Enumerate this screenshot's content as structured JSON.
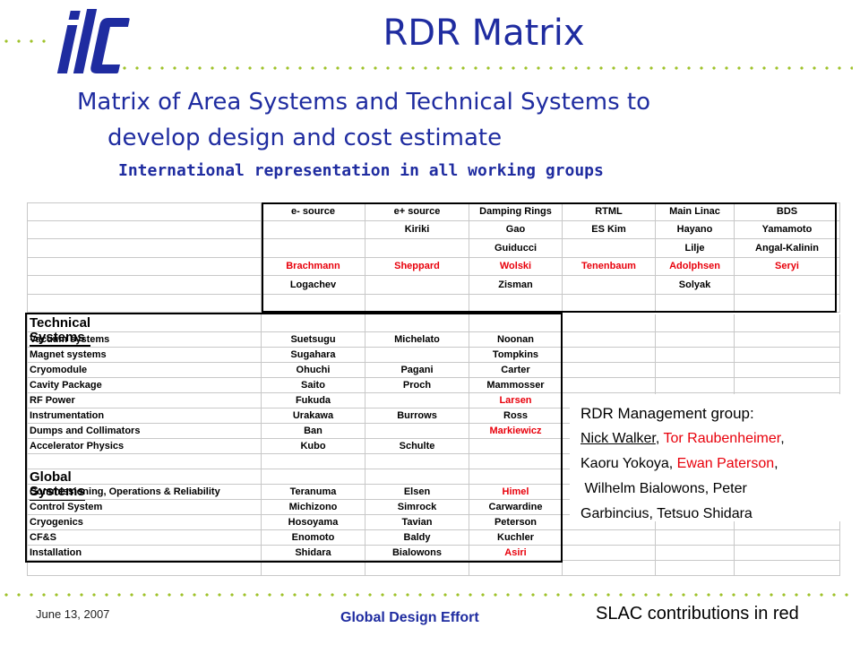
{
  "logo": {
    "text": "ilc",
    "color": "#1f2ca0"
  },
  "slide": {
    "title": "RDR Matrix",
    "bullet_line1": "Matrix of Area Systems and Technical Systems to",
    "bullet_line2": "develop design and cost estimate",
    "subtitle": "International representation in all working groups"
  },
  "matrix": {
    "area_headers": [
      "e- source",
      "e+ source",
      "Damping Rings",
      "RTML",
      "Main Linac",
      "BDS"
    ],
    "area_rows": [
      [
        "",
        "Kiriki",
        "Gao",
        "ES Kim",
        "Hayano",
        "Yamamoto"
      ],
      [
        "",
        "",
        "Guiducci",
        "",
        "Lilje",
        "Angal-Kalinin"
      ],
      [
        "Brachmann",
        "Sheppard",
        "Wolski",
        "Tenenbaum",
        "Adolphsen",
        "Seryi"
      ],
      [
        "Logachev",
        "",
        "Zisman",
        "",
        "Solyak",
        ""
      ]
    ],
    "area_red_row": 2,
    "technical_title": "Technical Systems",
    "technical_rows": [
      {
        "name": "Vacuum systems",
        "c1": "Suetsugu",
        "c2": "Michelato",
        "c3": "Noonan",
        "red": false
      },
      {
        "name": "Magnet systems",
        "c1": "Sugahara",
        "c2": "",
        "c3": "Tompkins",
        "red": false
      },
      {
        "name": "Cryomodule",
        "c1": "Ohuchi",
        "c2": "Pagani",
        "c3": "Carter",
        "red": false
      },
      {
        "name": "Cavity Package",
        "c1": "Saito",
        "c2": "Proch",
        "c3": "Mammosser",
        "red": false
      },
      {
        "name": "RF Power",
        "c1": "Fukuda",
        "c2": "",
        "c3": "Larsen",
        "red": true
      },
      {
        "name": "Instrumentation",
        "c1": "Urakawa",
        "c2": "Burrows",
        "c3": "Ross",
        "red": false
      },
      {
        "name": "Dumps and Collimators",
        "c1": "Ban",
        "c2": "",
        "c3": "Markiewicz",
        "red": true
      },
      {
        "name": "Accelerator Physics",
        "c1": "Kubo",
        "c2": "Schulte",
        "c3": "",
        "red": false
      }
    ],
    "global_title": "Global Systems",
    "global_rows": [
      {
        "name": "Commissioning, Operations & Reliability",
        "c1": "Teranuma",
        "c2": "Elsen",
        "c3": "Himel",
        "red": true
      },
      {
        "name": "Control System",
        "c1": "Michizono",
        "c2": "Simrock",
        "c3": "Carwardine",
        "red": false
      },
      {
        "name": "Cryogenics",
        "c1": "Hosoyama",
        "c2": "Tavian",
        "c3": "Peterson",
        "red": false
      },
      {
        "name": "CF&S",
        "c1": "Enomoto",
        "c2": "Baldy",
        "c3": "Kuchler",
        "red": false
      },
      {
        "name": "Installation",
        "c1": "Shidara",
        "c2": "Bialowons",
        "c3": "Asiri",
        "red": true
      }
    ]
  },
  "management": {
    "heading": "RDR Management group:",
    "name1": "Nick Walker",
    "sep1": ", ",
    "name2": "Tor Raubenheimer",
    "sep2": ",",
    "name3": "Kaoru Yokoya",
    "sep3": ", ",
    "name4": "Ewan Paterson",
    "sep4": ",",
    "line3": " Wilhelm Bialowons, Peter",
    "line4": "Garbincius, Tetsuo Shidara"
  },
  "footer": {
    "date": "June 13, 2007",
    "center": "Global Design Effort",
    "right": "SLAC contributions in red"
  },
  "colors": {
    "accent_blue": "#1f2ca0",
    "dot_green": "#9fc22a",
    "slac_red": "#e8000b"
  }
}
